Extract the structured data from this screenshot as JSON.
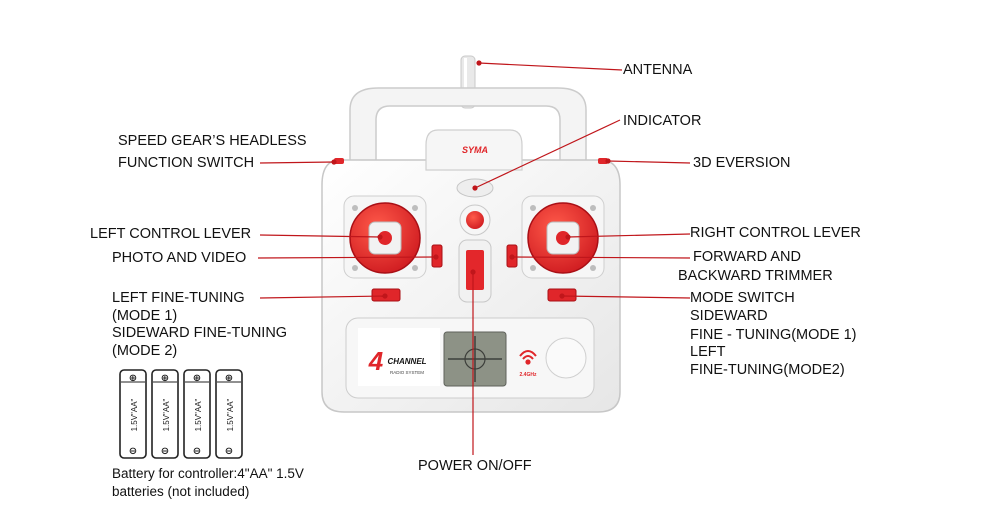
{
  "labels": {
    "antenna": "ANTENNA",
    "indicator": "INDICATOR",
    "speed_gear_line1": "SPEED GEAR’S HEADLESS",
    "speed_gear_line2": "FUNCTION SWITCH",
    "eversion_3d": "3D EVERSION",
    "left_control_lever": "LEFT CONTROL LEVER",
    "right_control_lever": "RIGHT CONTROL LEVER",
    "photo_video": "PHOTO  AND VIDEO",
    "forward_backward_line1": "FORWARD AND",
    "forward_backward_line2": "BACKWARD TRIMMER",
    "left_fine_tuning_line1": "LEFT FINE-TUNING",
    "left_fine_tuning_line2": "(MODE 1)",
    "left_fine_tuning_line3": "SIDEWARD FINE-TUNING",
    "left_fine_tuning_line4": "(MODE 2)",
    "mode_switch_line1": "MODE SWITCH",
    "mode_switch_line2": "SIDEWARD",
    "mode_switch_line3": "FINE - TUNING(MODE 1)",
    "mode_switch_line4": "LEFT",
    "mode_switch_line5": "FINE-TUNING(MODE2)",
    "power": "POWER ON/OFF"
  },
  "battery": {
    "cell_label": "1.5V\"AA\"",
    "note_line1": "Battery for controller:4\"AA\" 1.5V",
    "note_line2": "batteries (not included)"
  },
  "device": {
    "brand": "SYMA",
    "panel_big": "4",
    "panel_word": "CHANNEL",
    "panel_sub": "RADIO SYSTEM",
    "freq": "2.4GHz"
  },
  "colors": {
    "accent_red": "#e0262a",
    "leader_red": "#c0161b",
    "body": "#f3f3f3",
    "outline": "#cfcfcf"
  }
}
